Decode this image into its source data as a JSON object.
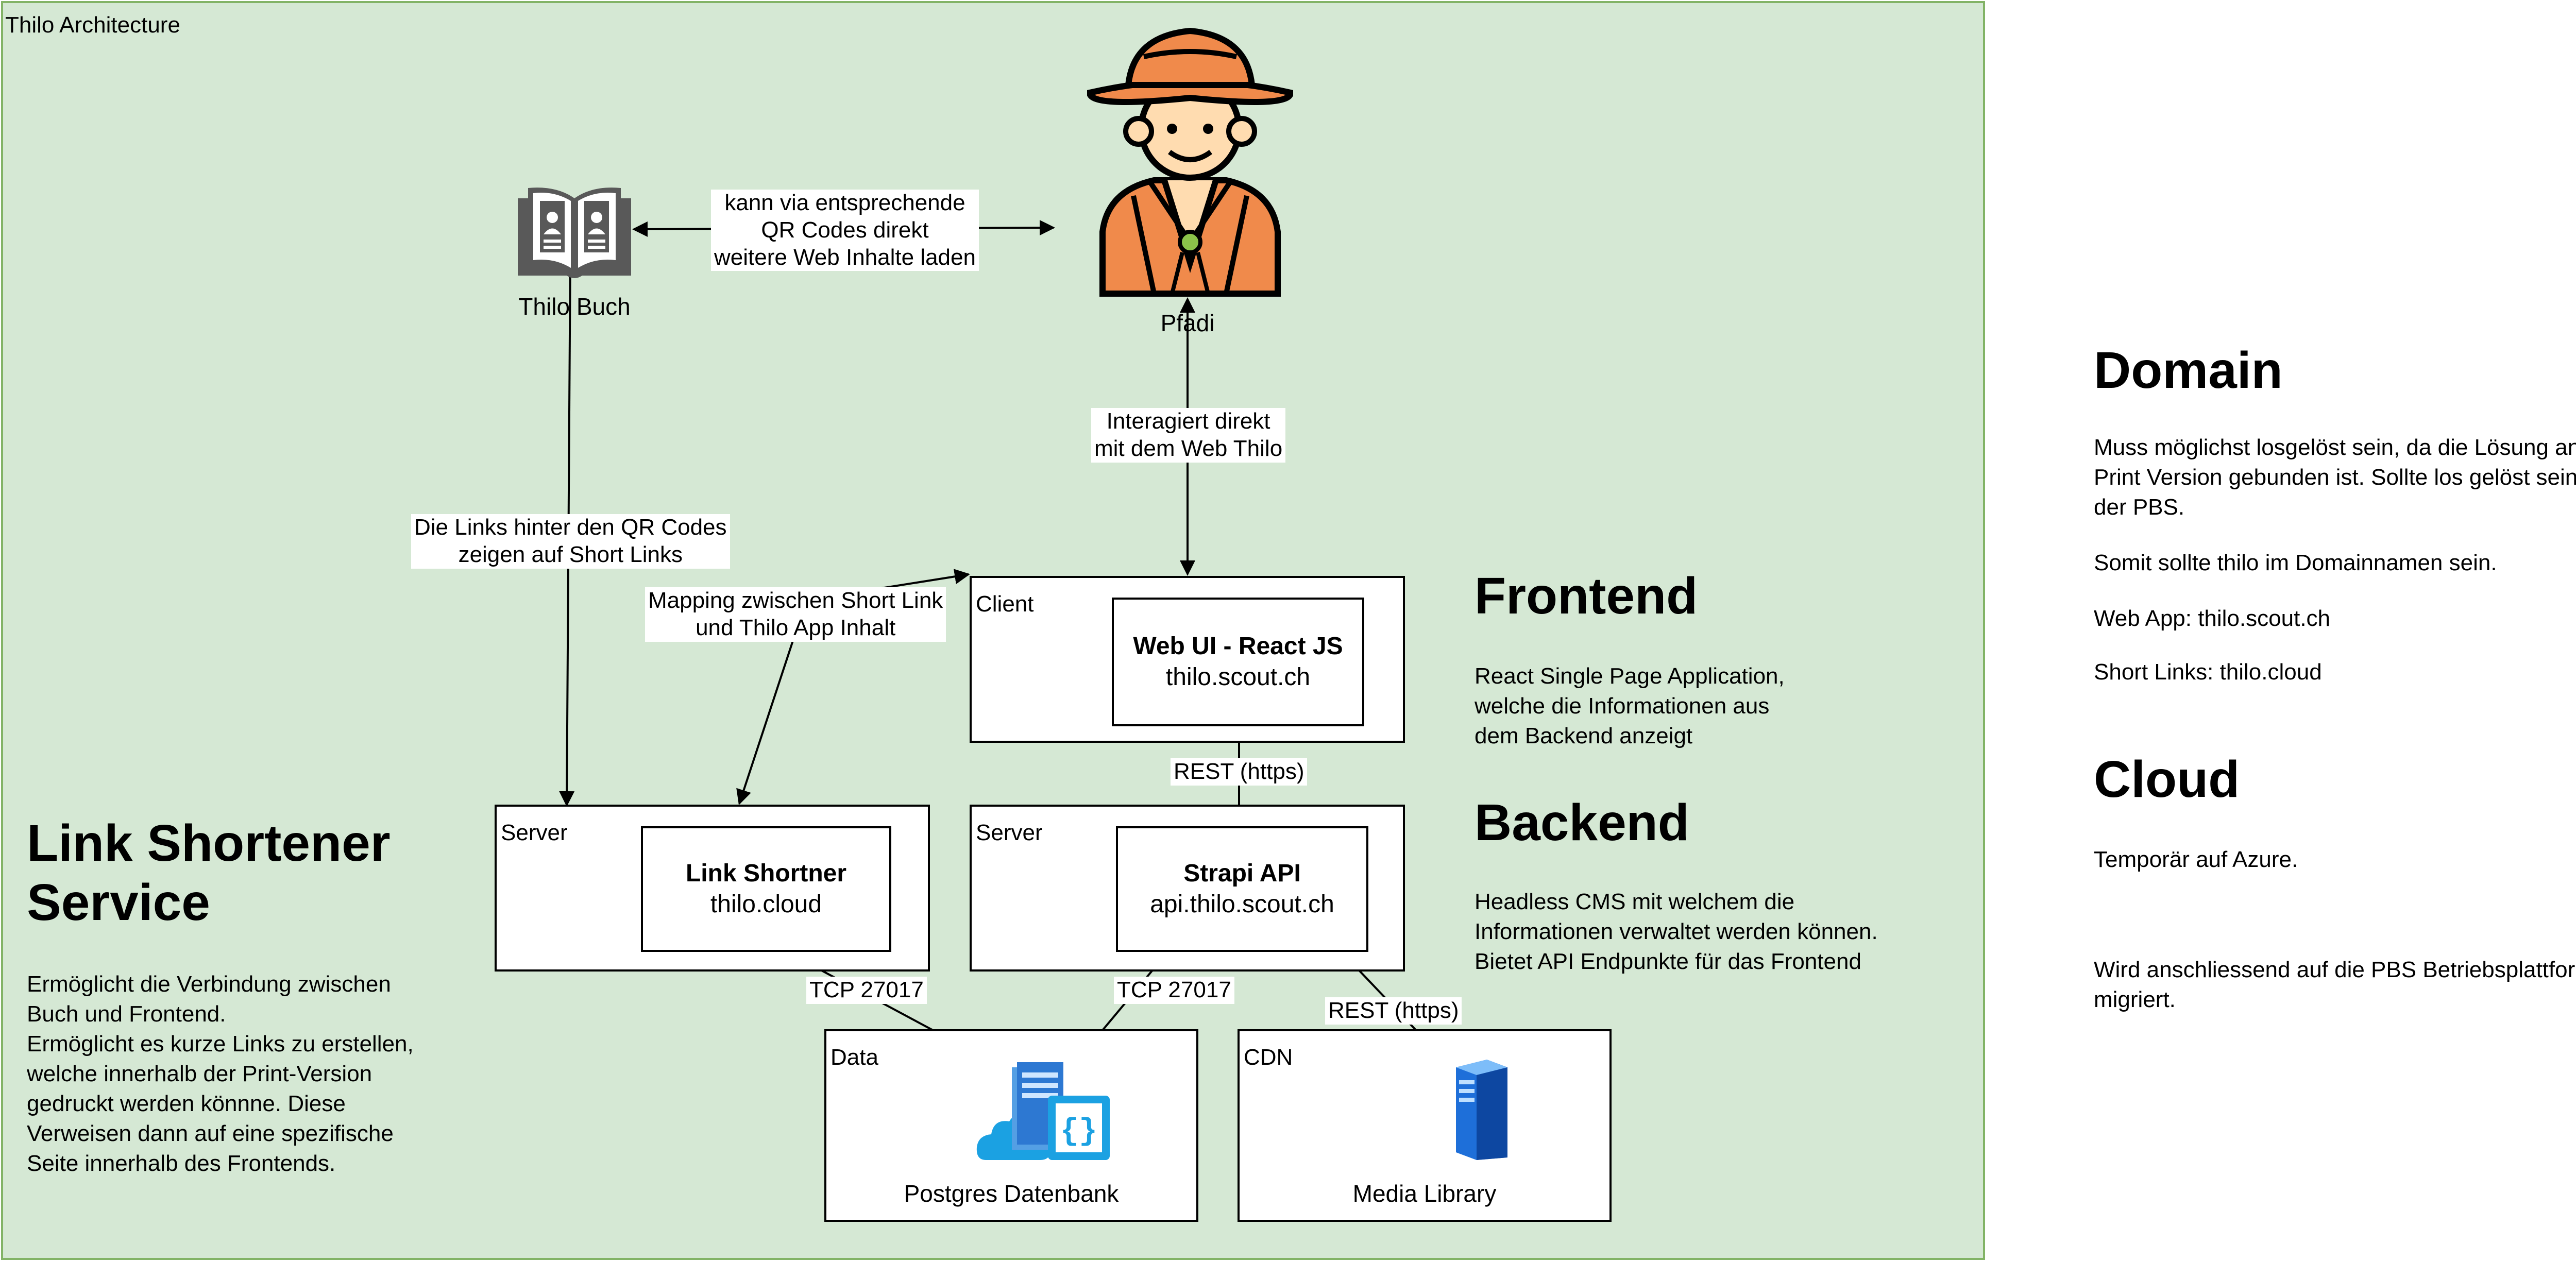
{
  "container": {
    "title": "Thilo Architecture"
  },
  "nodes": {
    "pfadi": {
      "label": "Pfadi"
    },
    "thilo_buch": {
      "label": "Thilo Buch"
    },
    "client": {
      "label": "Client",
      "inner_title": "Web UI - React JS",
      "inner_sub": "thilo.scout.ch"
    },
    "server_link": {
      "label": "Server",
      "inner_title": "Link Shortner",
      "inner_sub": "thilo.cloud"
    },
    "server_api": {
      "label": "Server",
      "inner_title": "Strapi API",
      "inner_sub": "api.thilo.scout.ch"
    },
    "data": {
      "label": "Data",
      "caption": "Postgres Datenbank"
    },
    "cdn": {
      "label": "CDN",
      "caption": "Media Library"
    }
  },
  "edges": {
    "qr_codes": {
      "line1": "kann via entsprechende",
      "line2": "QR Codes direkt",
      "line3": "weitere Web Inhalte laden"
    },
    "interagiert": {
      "line1": "Interagiert direkt",
      "line2": "mit dem Web Thilo"
    },
    "links_hinter": {
      "line1": "Die Links hinter den QR Codes",
      "line2": "zeigen auf Short Links"
    },
    "mapping": {
      "line1": "Mapping zwischen Short Link",
      "line2": "und Thilo App Inhalt"
    },
    "rest_client": "REST (https)",
    "tcp_link": "TCP 27017",
    "tcp_api": "TCP 27017",
    "rest_cdn": "REST (https)"
  },
  "sections": {
    "frontend": {
      "heading": "Frontend",
      "line1": "React Single Page Application,",
      "line2": "welche die Informationen aus",
      "line3": "dem Backend anzeigt"
    },
    "backend": {
      "heading": "Backend",
      "line1": "Headless CMS mit welchem die",
      "line2": "Informationen verwaltet werden können.",
      "line3": "Bietet API Endpunkte für das Frontend"
    },
    "link_shortener": {
      "heading_line1": "Link Shortener",
      "heading_line2": "Service",
      "lines": [
        "Ermöglicht die Verbindung zwischen",
        "Buch und Frontend.",
        "Ermöglicht es kurze Links zu erstellen,",
        "welche innerhalb der Print-Version",
        "gedruckt werden könnne. Diese",
        "Verweisen dann auf eine spezifische",
        "Seite innerhalb des Frontends."
      ]
    },
    "domain": {
      "heading": "Domain",
      "p1": [
        "Muss möglichst losgelöst sein, da die Lösung an die",
        "Print Version gebunden ist. Sollte los gelöst sein von",
        "der PBS."
      ],
      "p2": "Somit sollte thilo im Domainnamen sein.",
      "p3": "Web App: thilo.scout.ch",
      "p4": "Short Links: thilo.cloud"
    },
    "cloud": {
      "heading": "Cloud",
      "p1": "Temporär auf Azure.",
      "p2": [
        "Wird anschliessend auf die PBS Betriebsplattform",
        "migriert."
      ]
    }
  },
  "icons": {
    "pfadi": "scout-person-icon",
    "book": "open-book-icon",
    "database": "cloud-database-icon",
    "server": "server-icon"
  },
  "colors": {
    "frame_fill": "#d5e8d4",
    "frame_border": "#82b366",
    "hat": "#f08a4b",
    "skin": "#ffdcb0",
    "scarf_knot": "#8bc34a",
    "book": "#595959",
    "server_blue": "#1e6fd9"
  }
}
